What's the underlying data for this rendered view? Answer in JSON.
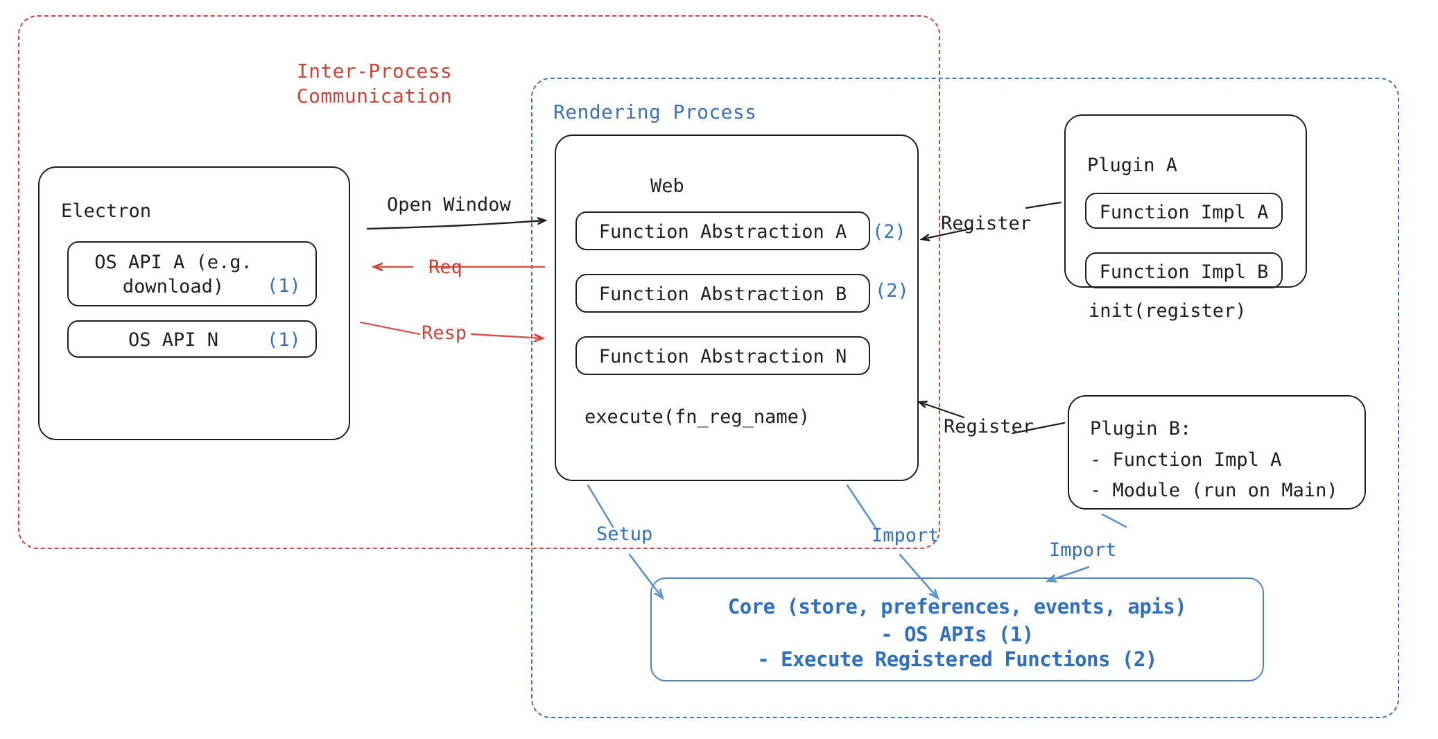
{
  "diagram": {
    "title": "Electron plugin architecture",
    "colors": {
      "ink": "#1e1e1e",
      "red": "#cc4436",
      "blue": "#2f6fbe",
      "blue_soft": "#3b72b8",
      "core_blue": "#4a84c4"
    }
  },
  "regions": {
    "ipc": {
      "label": "Inter-Process\nCommunication",
      "style": "dashed",
      "color": "#cc4436"
    },
    "rendering": {
      "label": "Rendering Process",
      "style": "dashed",
      "color": "#3b72b8"
    }
  },
  "electron": {
    "title": "Electron",
    "apis": [
      {
        "label": "OS API A (e.g.\ndownload)",
        "tag": "(1)"
      },
      {
        "label": "OS API N",
        "tag": "(1)"
      }
    ]
  },
  "web": {
    "title": "Web",
    "abstractions": [
      {
        "label": "Function Abstraction A",
        "tag": "(2)"
      },
      {
        "label": "Function Abstraction B",
        "tag": "(2)"
      },
      {
        "label": "Function Abstraction N",
        "tag": ""
      }
    ],
    "footer": "execute(fn_reg_name)"
  },
  "plugin_a": {
    "title": "Plugin A",
    "items": [
      "Function Impl A",
      "Function Impl B"
    ],
    "footer": "init(register)"
  },
  "plugin_b": {
    "lines": [
      "Plugin B:",
      "- Function Impl A",
      "- Module (run on Main)"
    ]
  },
  "core": {
    "lines": [
      "Core (store, preferences, events, apis)",
      "- OS APIs (1)",
      "- Execute Registered Functions (2)"
    ]
  },
  "arrows": {
    "open_window": {
      "label": "Open Window",
      "color": "#1e1e1e",
      "direction": "right"
    },
    "req": {
      "label": "Req",
      "color": "#cc4436",
      "direction": "left"
    },
    "resp": {
      "label": "Resp",
      "color": "#cc4436",
      "direction": "right"
    },
    "register_a": {
      "label": "Register",
      "color": "#1e1e1e",
      "direction": "left"
    },
    "register_b": {
      "label": "Register",
      "color": "#1e1e1e",
      "direction": "left"
    },
    "setup": {
      "label": "Setup",
      "color": "#3b72b8",
      "direction": "down"
    },
    "import_web": {
      "label": "Import",
      "color": "#3b72b8",
      "direction": "down"
    },
    "import_plugin_b": {
      "label": "Import",
      "color": "#3b72b8",
      "direction": "down-left"
    }
  }
}
